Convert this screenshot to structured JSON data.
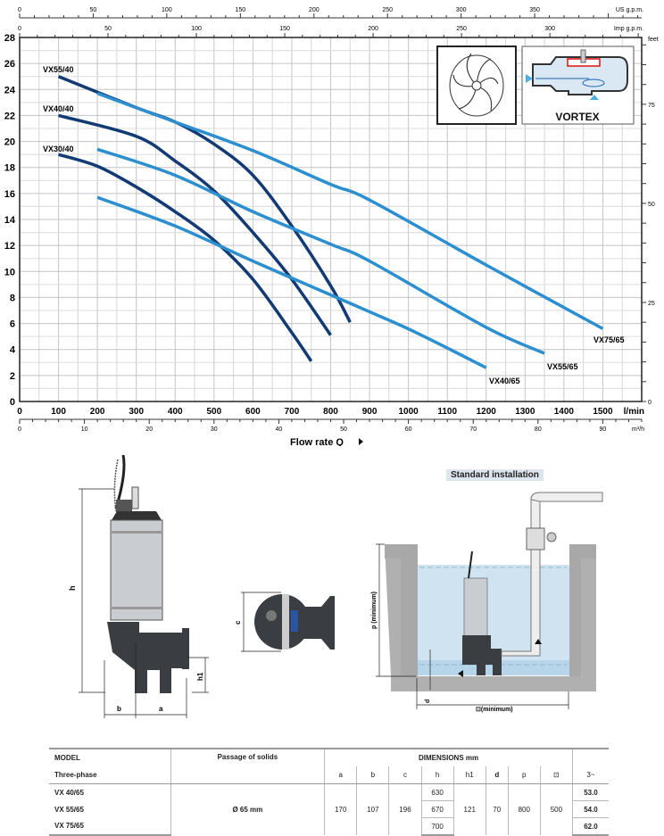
{
  "chart_data": {
    "type": "line",
    "title": "",
    "xlabel": "Flow rate Q",
    "x_unit": "l/min",
    "ylabel": "",
    "y_unit": "m",
    "xlim": [
      0,
      1600
    ],
    "ylim": [
      0,
      28
    ],
    "grid": true,
    "x_ticks": [
      0,
      100,
      200,
      300,
      400,
      500,
      600,
      700,
      800,
      900,
      1000,
      1100,
      1200,
      1300,
      1400,
      1500
    ],
    "x_unit_label": "l/min",
    "y_ticks": [
      0,
      2,
      4,
      6,
      8,
      10,
      12,
      14,
      16,
      18,
      20,
      22,
      24,
      26,
      28
    ],
    "secondary_axes": {
      "us_gpm": {
        "label": "US g.p.m.",
        "ticks": [
          0,
          50,
          100,
          150,
          200,
          250,
          300,
          350
        ]
      },
      "imp_gpm": {
        "label": "Imp g.p.m.",
        "ticks": [
          0,
          50,
          100,
          150,
          200,
          250,
          300
        ]
      },
      "m3h": {
        "label": "m³/h",
        "ticks": [
          0,
          10,
          20,
          30,
          40,
          50,
          60,
          70,
          80,
          90
        ]
      },
      "feet": {
        "label": "feet",
        "ticks": [
          0,
          25,
          50,
          75
        ]
      }
    },
    "flow_label": "Flow rate Q",
    "series": [
      {
        "name": "VX55/40",
        "color": "#123a74",
        "x": [
          100,
          300,
          400,
          500,
          600,
          700,
          800,
          850
        ],
        "y": [
          25.0,
          22.6,
          21.5,
          19.8,
          17.4,
          13.5,
          8.9,
          6.1
        ]
      },
      {
        "name": "VX40/40",
        "color": "#123a74",
        "x": [
          100,
          300,
          400,
          500,
          600,
          700,
          800
        ],
        "y": [
          22.0,
          20.4,
          18.5,
          16.2,
          13.0,
          9.4,
          5.1
        ]
      },
      {
        "name": "VX30/40",
        "color": "#123a74",
        "x": [
          100,
          200,
          300,
          400,
          500,
          600,
          700,
          750
        ],
        "y": [
          19.0,
          18.1,
          16.5,
          14.6,
          12.4,
          9.4,
          5.3,
          3.1
        ]
      },
      {
        "name": "VX75/65",
        "color": "#2b8fd0",
        "x": [
          200,
          400,
          600,
          800,
          900,
          1200,
          1500
        ],
        "y": [
          23.7,
          21.5,
          19.3,
          16.7,
          15.5,
          10.5,
          5.6
        ]
      },
      {
        "name": "VX55/65",
        "color": "#2b8fd0",
        "x": [
          200,
          400,
          600,
          800,
          900,
          1200,
          1350
        ],
        "y": [
          19.4,
          17.4,
          14.6,
          12.1,
          10.8,
          5.7,
          3.7
        ]
      },
      {
        "name": "VX40/65",
        "color": "#2b8fd0",
        "x": [
          200,
          400,
          600,
          800,
          900,
          1020,
          1200
        ],
        "y": [
          15.7,
          13.5,
          10.8,
          8.2,
          6.9,
          5.3,
          2.6
        ]
      }
    ]
  },
  "inset": {
    "vortex_label": "VORTEX"
  },
  "drawings": {
    "dim_labels": {
      "h": "h",
      "h1": "h1",
      "a": "a",
      "b": "b",
      "c": "c",
      "p": "p (minimum)",
      "d": "d",
      "square": "⊡(minimum)"
    },
    "installation_title": "Standard installation"
  },
  "table": {
    "model_header": "MODEL",
    "phase_header": "Three-phase",
    "passage_header": "Passage of solids",
    "dimensions_header": "DIMENSIONS mm",
    "columns": [
      "a",
      "b",
      "c",
      "h",
      "h1",
      "d",
      "p",
      "⊡"
    ],
    "weight_header": "3~",
    "passage_value": "Ø 65 mm",
    "shared": {
      "a": "170",
      "b": "107",
      "c": "196",
      "h1": "121",
      "d": "70",
      "p": "800",
      "sq": "500"
    },
    "rows": [
      {
        "model": "VX 40/65",
        "h": "630",
        "weight": "53.0"
      },
      {
        "model": "VX 55/65",
        "h": "670",
        "weight": "54.0"
      },
      {
        "model": "VX 75/65",
        "h": "700",
        "weight": "62.0"
      }
    ]
  }
}
